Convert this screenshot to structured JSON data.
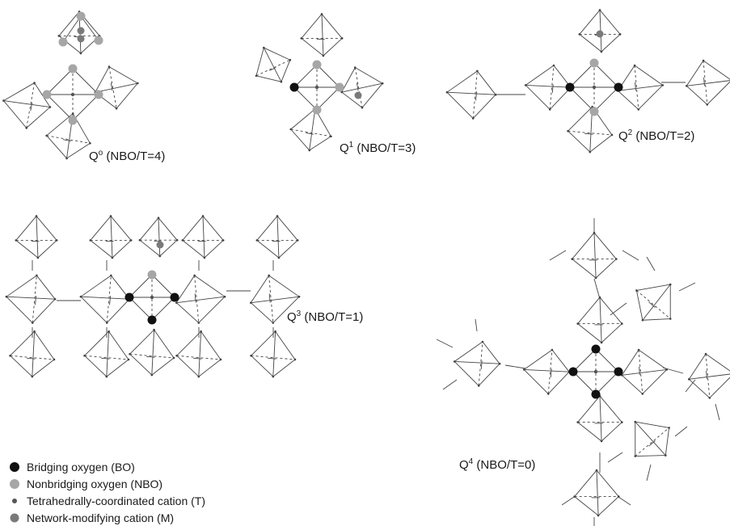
{
  "labels": {
    "q0": {
      "sym": "Q",
      "sup": "o",
      "rest": " (NBO/T=4)"
    },
    "q1": {
      "sym": "Q",
      "sup": "1",
      "rest": " (NBO/T=3)"
    },
    "q2": {
      "sym": "Q",
      "sup": "2",
      "rest": " (NBO/T=2)"
    },
    "q3": {
      "sym": "Q",
      "sup": "3",
      "rest": " (NBO/T=1)"
    },
    "q4": {
      "sym": "Q",
      "sup": "4",
      "rest": " (NBO/T=0)"
    }
  },
  "legend": {
    "bo": "Bridging oxygen (BO)",
    "nbo": "Nonbridging oxygen (NBO)",
    "t": "Tetrahedrally-coordinated cation (T)",
    "m": "Network-modifying cation (M)"
  },
  "colors": {
    "line": "#444444",
    "bridging": "#111111",
    "nonbridging": "#a6a6a6",
    "cation_t": "#555555",
    "modifier": "#7a7a7a"
  }
}
